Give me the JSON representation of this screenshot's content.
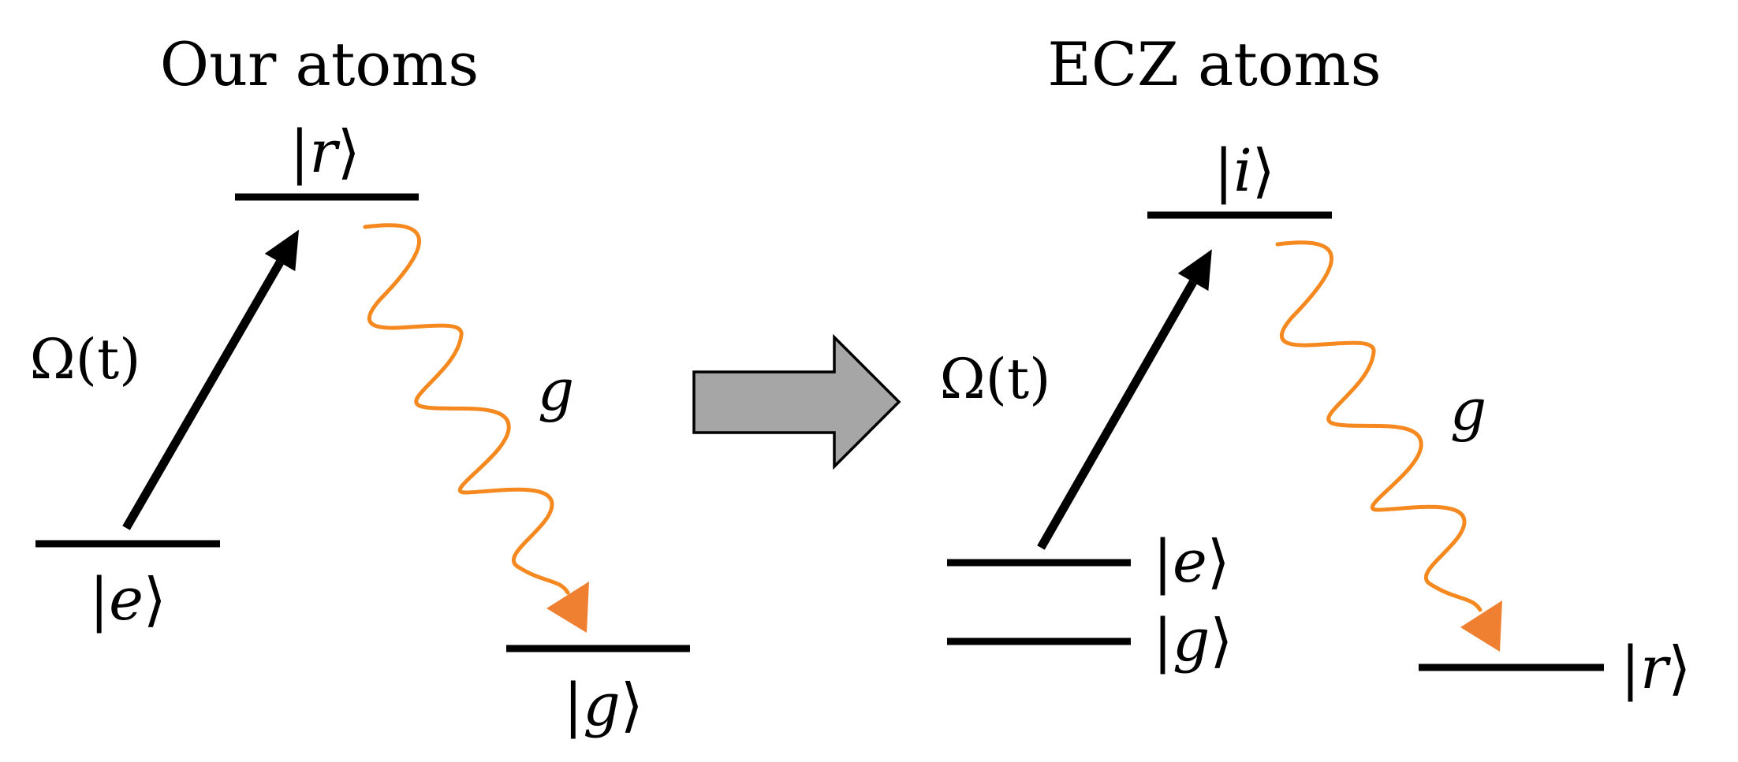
{
  "left_panel": {
    "title": "Our atoms",
    "levels": {
      "upper": {
        "label": "|r⟩",
        "bra": "|",
        "sym": "r",
        "ket": "⟩"
      },
      "start": {
        "label": "|e⟩",
        "bra": "|",
        "sym": "e",
        "ket": "⟩"
      },
      "final": {
        "label": "|g⟩",
        "bra": "|",
        "sym": "g",
        "ket": "⟩"
      }
    },
    "drive_label": "Ω(t)",
    "coupling_label": "g"
  },
  "right_panel": {
    "title": "ECZ atoms",
    "levels": {
      "upper": {
        "label": "|i⟩",
        "bra": "|",
        "sym": "i",
        "ket": "⟩"
      },
      "start": {
        "label": "|e⟩",
        "bra": "|",
        "sym": "e",
        "ket": "⟩"
      },
      "extra": {
        "label": "|g⟩",
        "bra": "|",
        "sym": "g",
        "ket": "⟩"
      },
      "final": {
        "label": "|r⟩",
        "bra": "|",
        "sym": "r",
        "ket": "⟩"
      }
    },
    "drive_label": "Ω(t)",
    "coupling_label": "g"
  },
  "colors": {
    "level_line": "#000000",
    "drive_arrow": "#000000",
    "decay_wave": "#f5891f",
    "decay_arrowhead": "#ef7f31",
    "transition_arrow_fill": "#a6a6a6",
    "transition_arrow_stroke": "#000000"
  },
  "icons": {
    "transition": "right-arrow-icon",
    "drive": "arrow-up-right-icon",
    "decay": "wavy-arrow-icon"
  }
}
